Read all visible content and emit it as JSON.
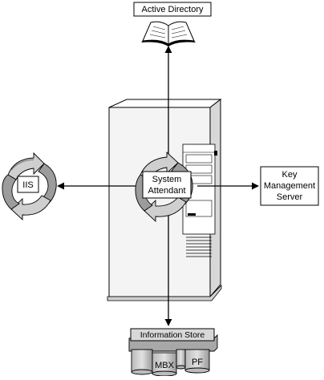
{
  "nodes": {
    "active_directory": {
      "label": "Active Directory"
    },
    "iis": {
      "label": "IIS"
    },
    "system_attendant": {
      "line1": "System",
      "line2": "Attendant"
    },
    "key_management_server": {
      "line1": "Key",
      "line2": "Management",
      "line3": "Server"
    },
    "information_store": {
      "title": "Information Store",
      "mbx": "MBX",
      "pf": "PF"
    }
  },
  "icons": {
    "active_directory": "open-book-icon",
    "iis": "circular-arrows-icon",
    "server": "server-tower-icon",
    "information_store": "database-cylinders-icon"
  },
  "colors": {
    "ink": "#000000",
    "paper": "#ffffff",
    "gray_light": "#d0d0d0",
    "gray_mid": "#a8a8a8",
    "gray_dark": "#6e6e6e"
  }
}
